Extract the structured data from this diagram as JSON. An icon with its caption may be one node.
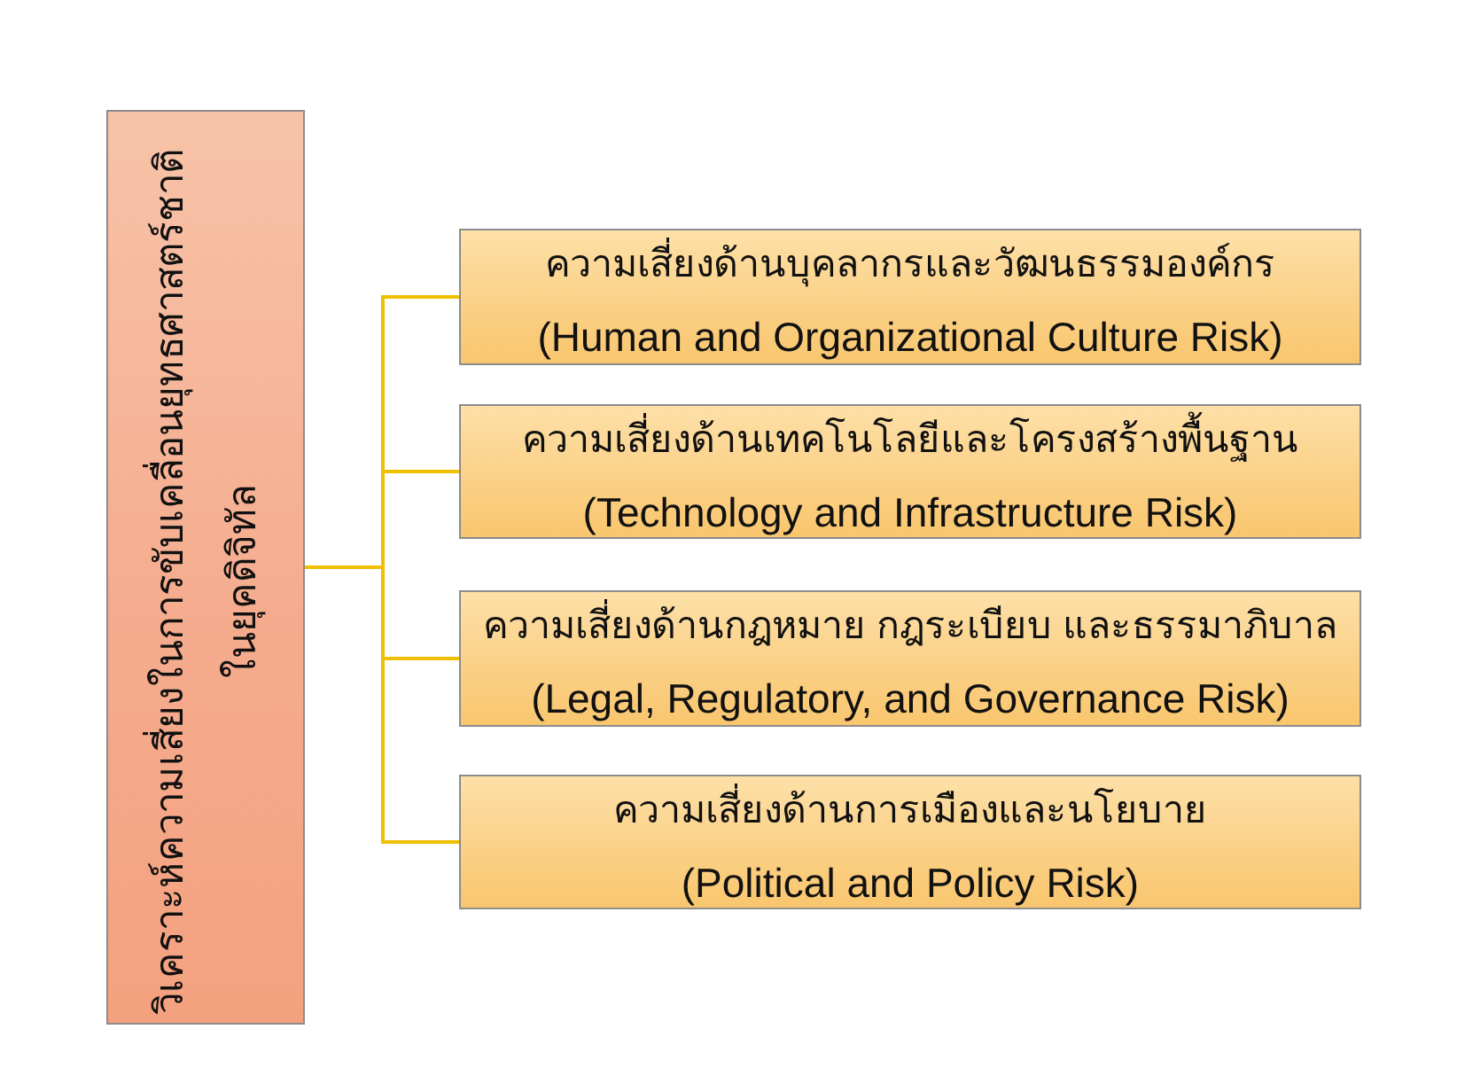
{
  "diagram": {
    "nodes": [
      {
        "text": [
          "วิเคราะห์ความเสี่ยงในการขับเคลื่อนยุทธศาสตร์ชาติในยุคดิจิทัล"
        ]
      },
      {
        "text": [
          "ความเสี่ยงด้านบุคลากรและวัฒนธรรมองค์กร",
          "(Human and Organizational Culture Risk)"
        ]
      },
      {
        "text": [
          "ความเสี่ยงด้านเทคโนโลยีและโครงสร้างพื้นฐาน",
          "(Technology and Infrastructure Risk)"
        ]
      },
      {
        "text": [
          "ความเสี่ยงด้านกฎหมาย กฎระเบียบ และธรรมาภิบาล",
          "(Legal, Regulatory, and Governance Risk)"
        ]
      },
      {
        "text": [
          "ความเสี่ยงด้านการเมืองและนโยบาย",
          "(Political and Policy Risk)"
        ]
      }
    ],
    "edges": [
      {
        "from": 0,
        "to": 1,
        "arrow": "none"
      },
      {
        "from": 0,
        "to": 2,
        "arrow": "none"
      },
      {
        "from": 0,
        "to": 3,
        "arrow": "none"
      },
      {
        "from": 0,
        "to": 4,
        "arrow": "none"
      }
    ]
  }
}
